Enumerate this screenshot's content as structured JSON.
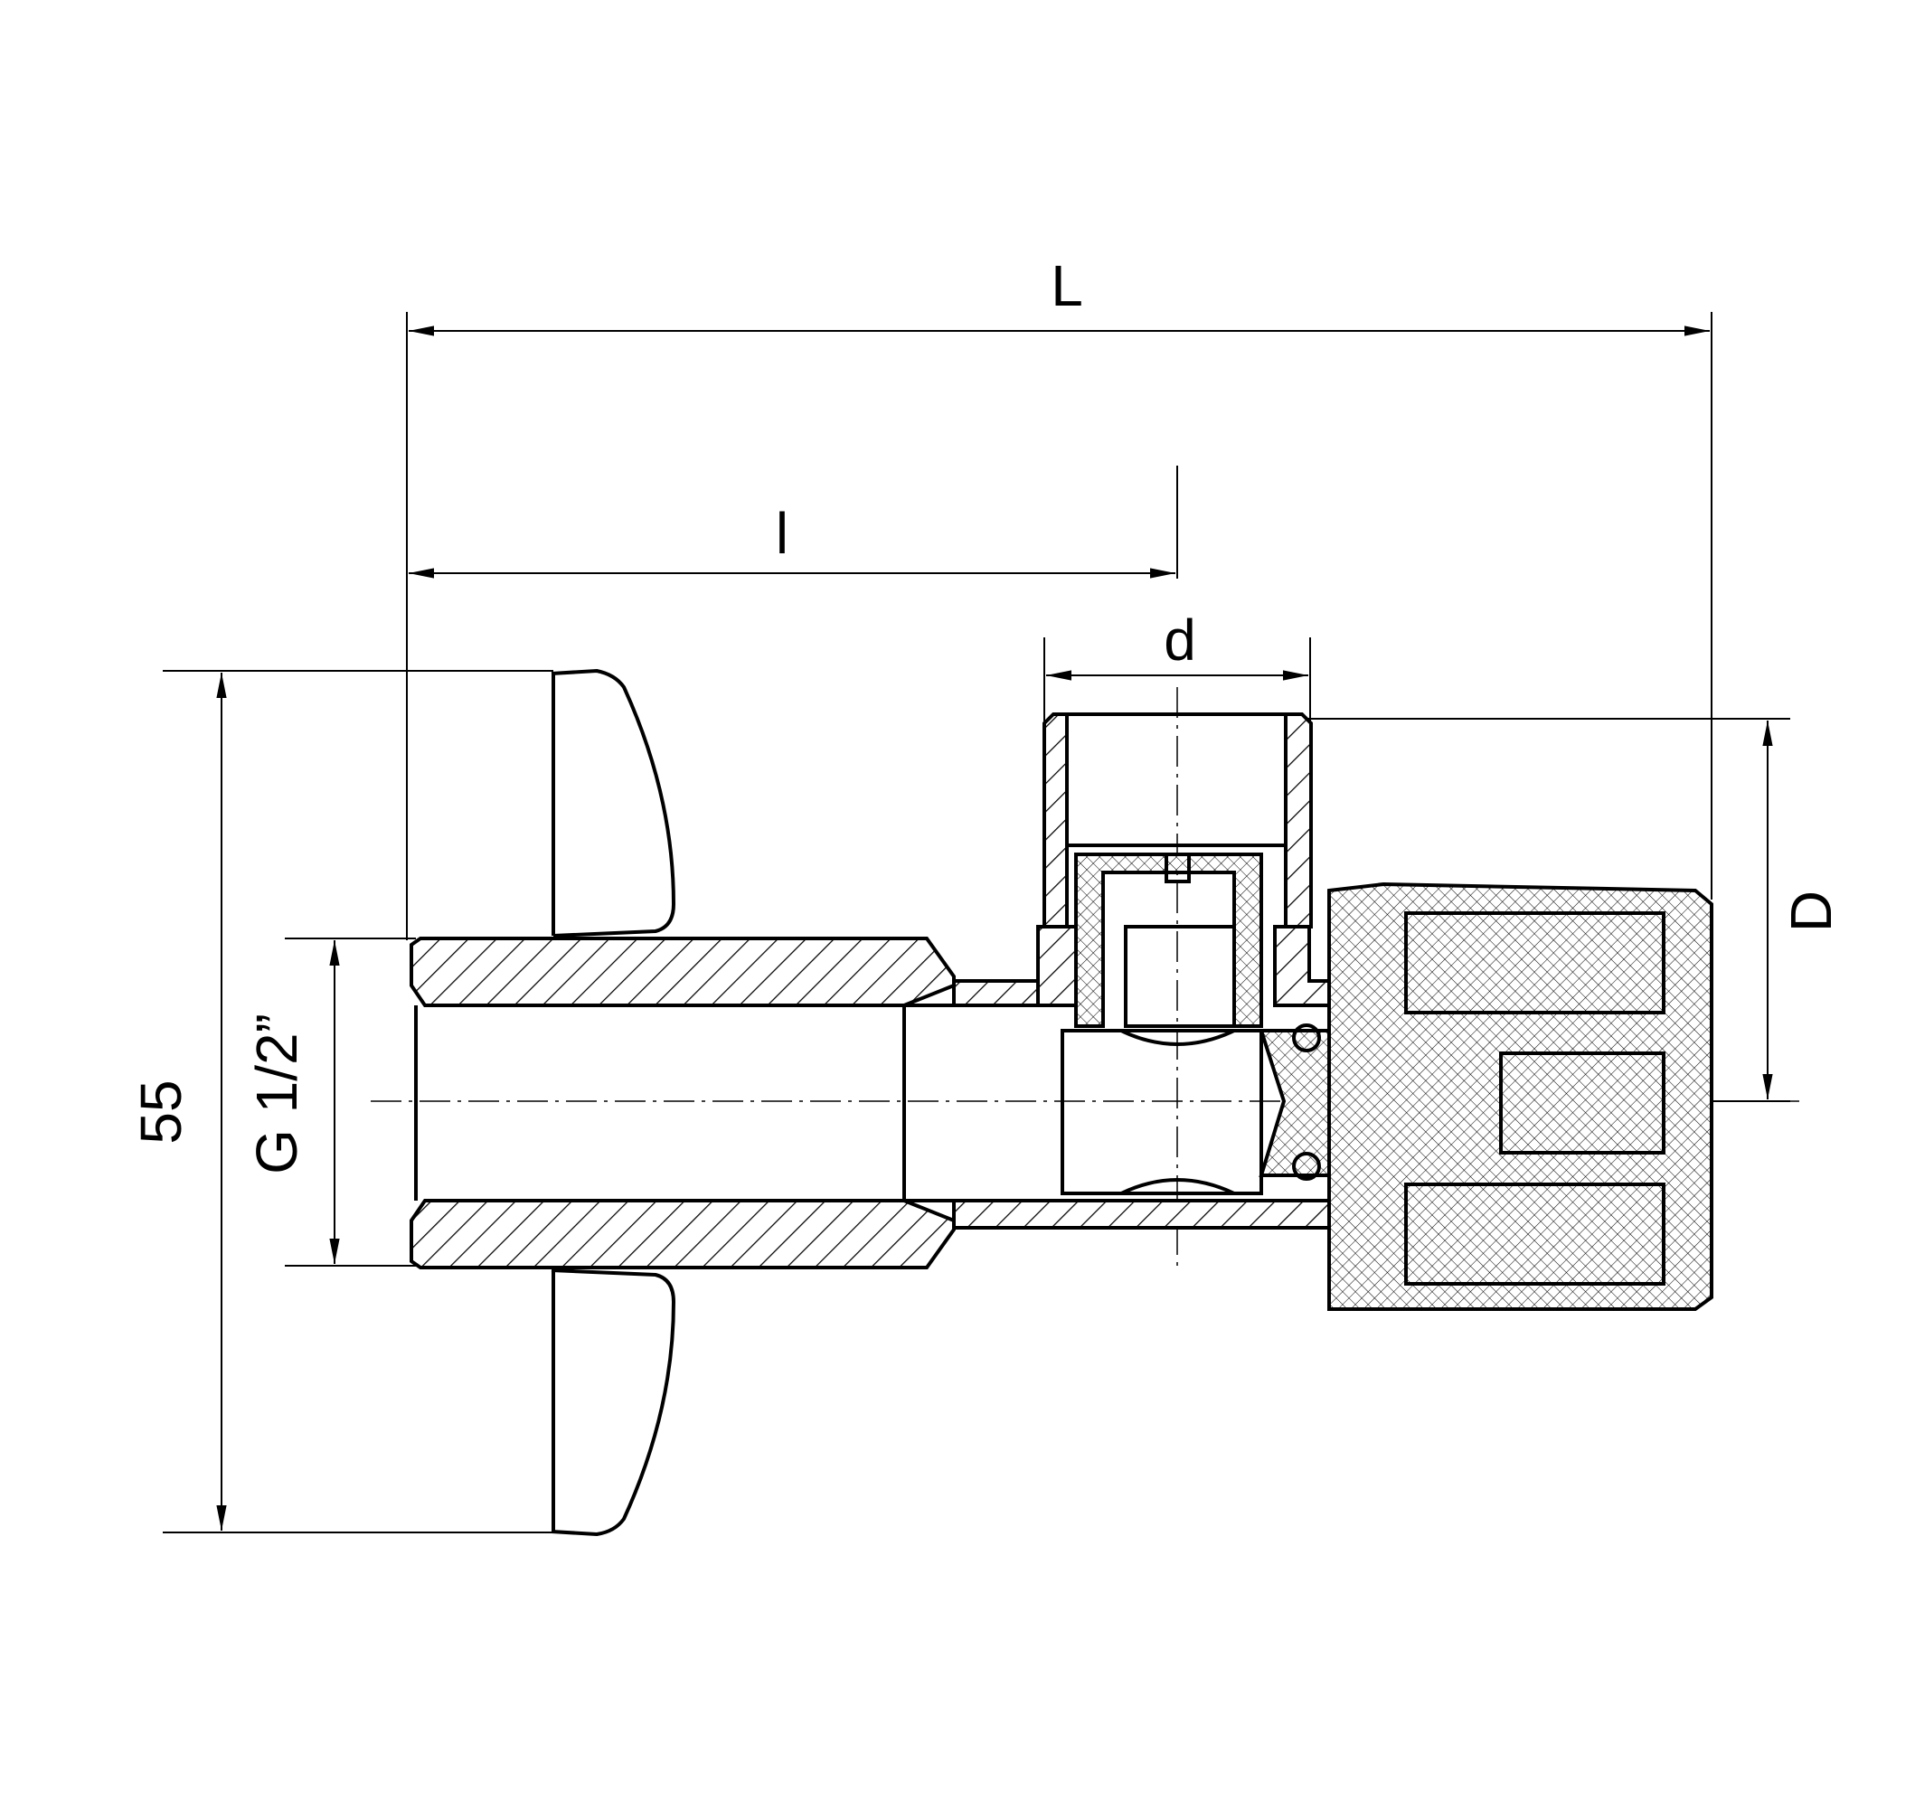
{
  "dimensions": {
    "overall_length": "L",
    "center_length": "l",
    "outlet_diameter": "d",
    "outlet_height": "D",
    "inlet_thread": "G 1/2”",
    "flange_diameter": "55"
  }
}
